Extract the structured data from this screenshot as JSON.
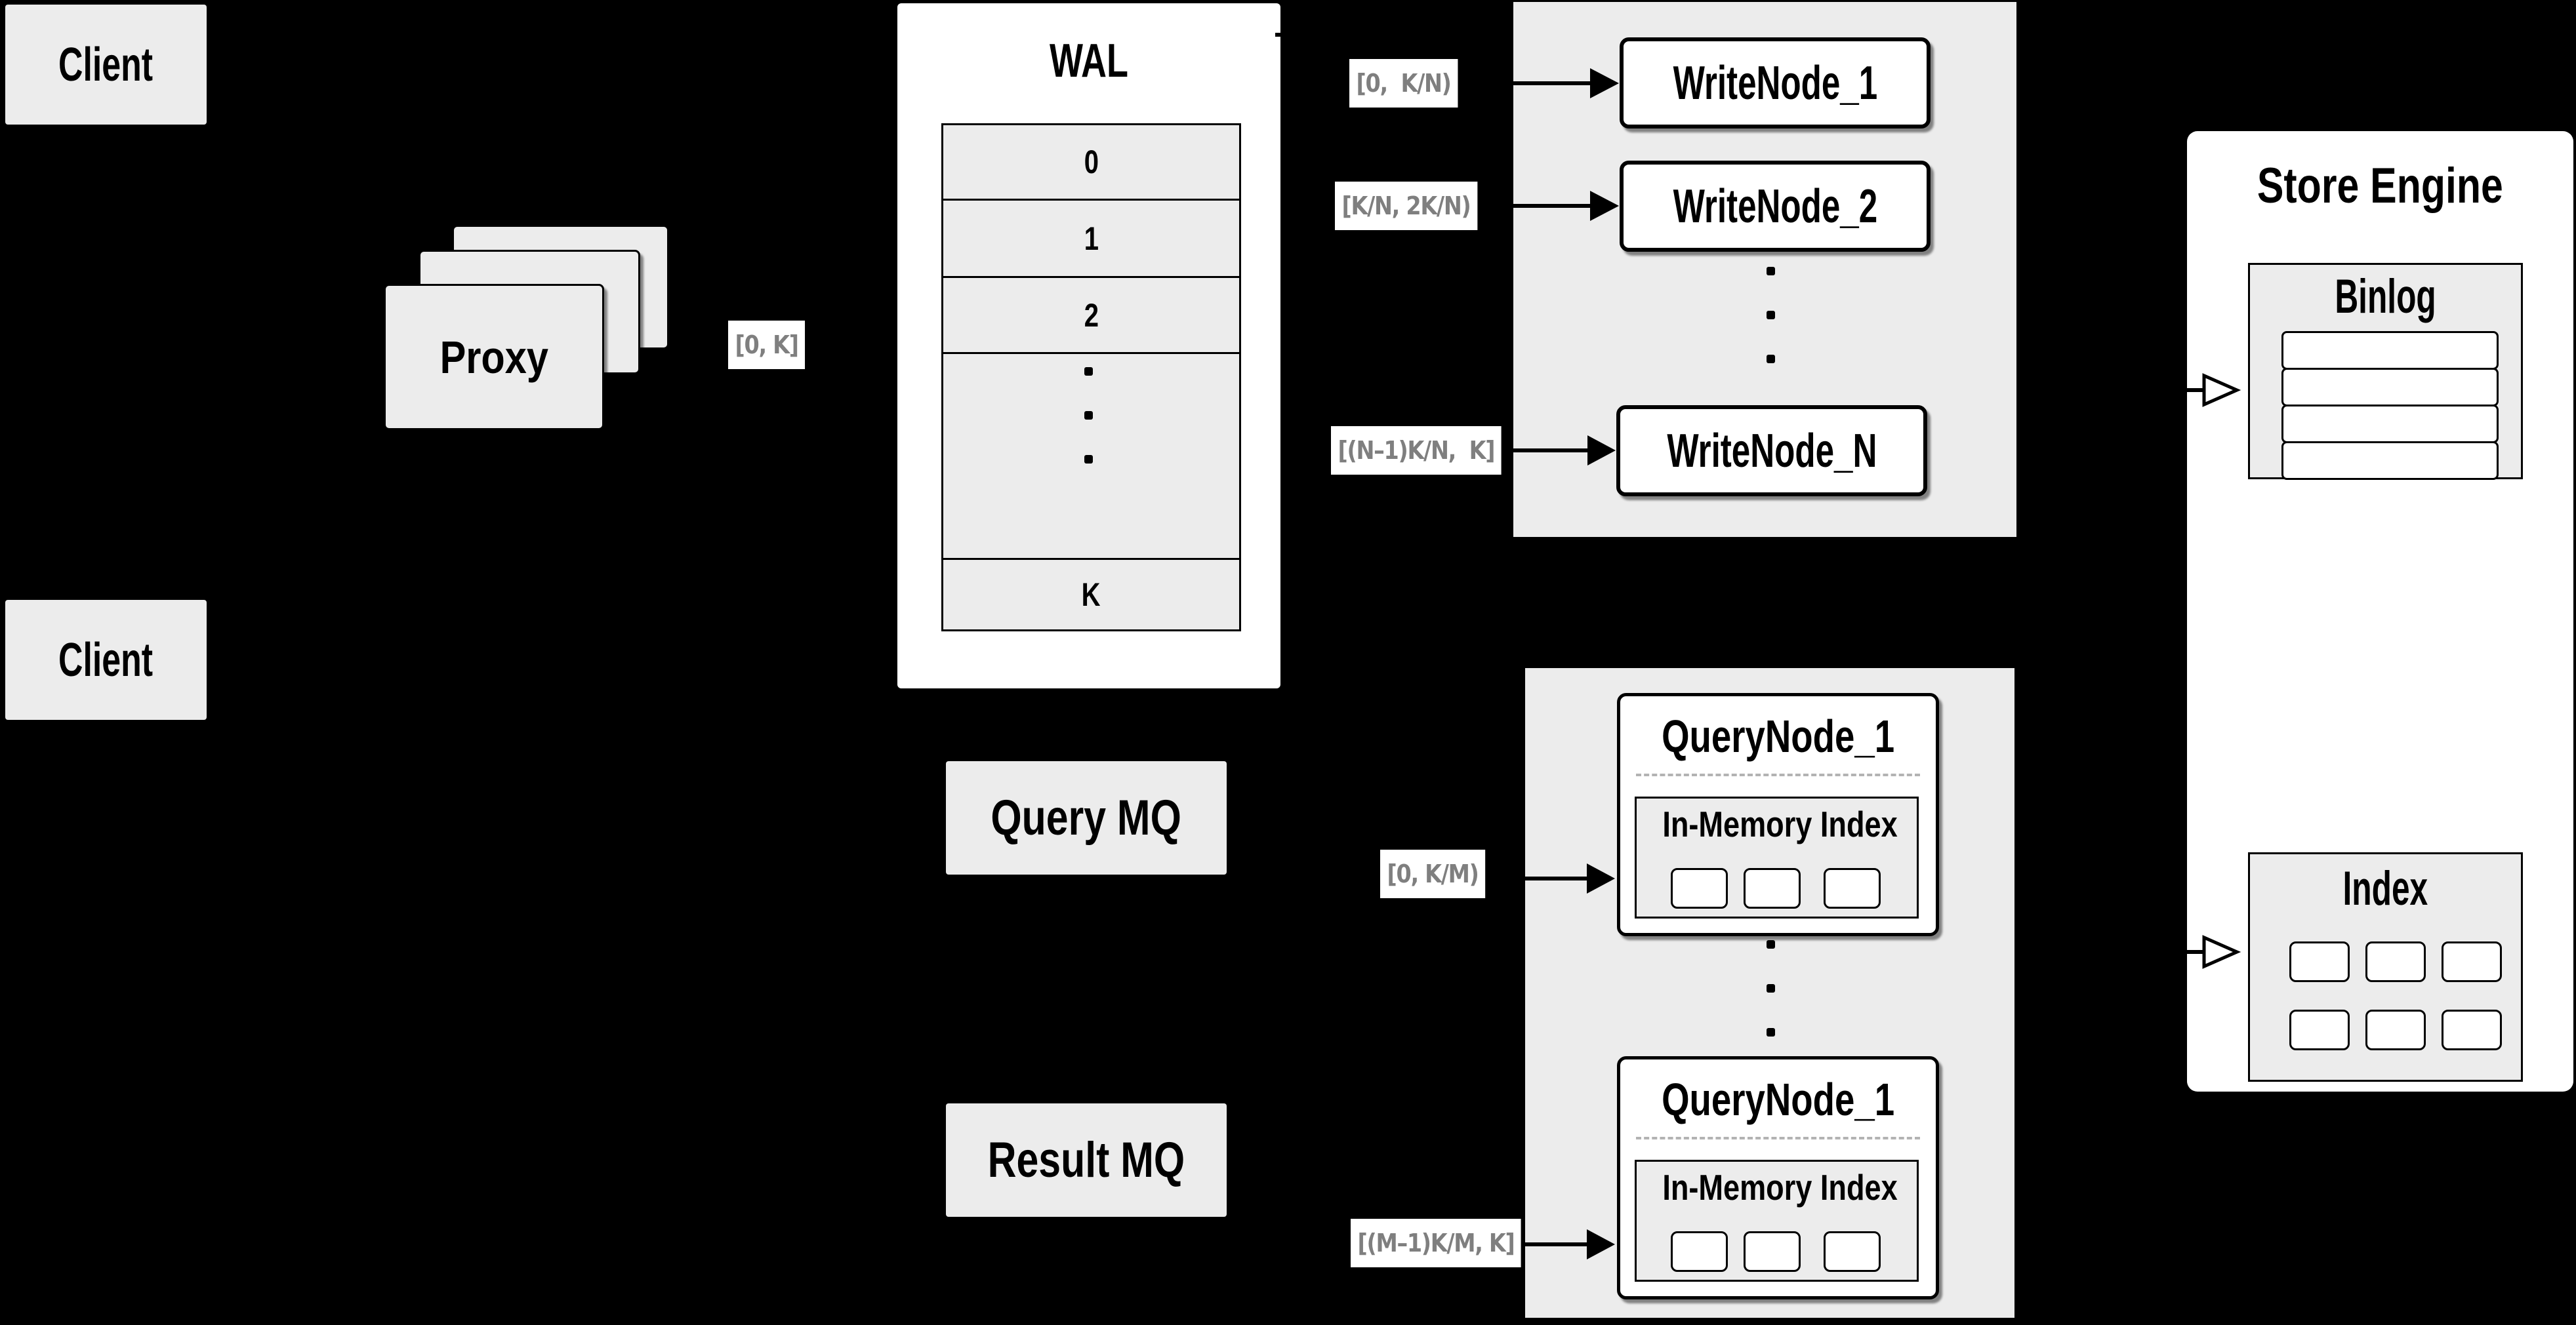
{
  "clients": {
    "top": "Client",
    "bottom": "Client"
  },
  "proxy": {
    "label": "Proxy"
  },
  "wal": {
    "title": "WAL",
    "rows": [
      "0",
      "1",
      "2"
    ],
    "row_k": "K"
  },
  "labels": {
    "proxy_out": "[0, K]",
    "write": [
      "[0,  K/N)",
      "[K/N, 2K/N)",
      "[(N–1)K/N,  K]"
    ],
    "query": [
      "[0, K/M)",
      "[(M–1)K/M, K]"
    ]
  },
  "write_group": {
    "nodes": [
      "WriteNode_1",
      "WriteNode_2",
      "WriteNode_N"
    ]
  },
  "query_group": {
    "nodes": [
      {
        "title": "QueryNode_1",
        "inmem_title": "In-Memory Index"
      },
      {
        "title": "QueryNode_1",
        "inmem_title": "In-Memory Index"
      }
    ]
  },
  "mq": {
    "query": "Query MQ",
    "result": "Result MQ"
  },
  "store_engine": {
    "title": "Store Engine",
    "binlog_title": "Binlog",
    "index_title": "Index"
  },
  "icons": {
    "ellipsis_vertical": "vertical-dots",
    "arrow_filled": "right-arrow-filled-triangle",
    "arrow_open": "right-arrow-open-triangle"
  },
  "colors": {
    "background": "#000000",
    "box_gray": "#ececec",
    "box_white": "#ffffff",
    "line": "#000000",
    "label_text": "#7f7f7f",
    "divider": "#b3b3b3"
  }
}
